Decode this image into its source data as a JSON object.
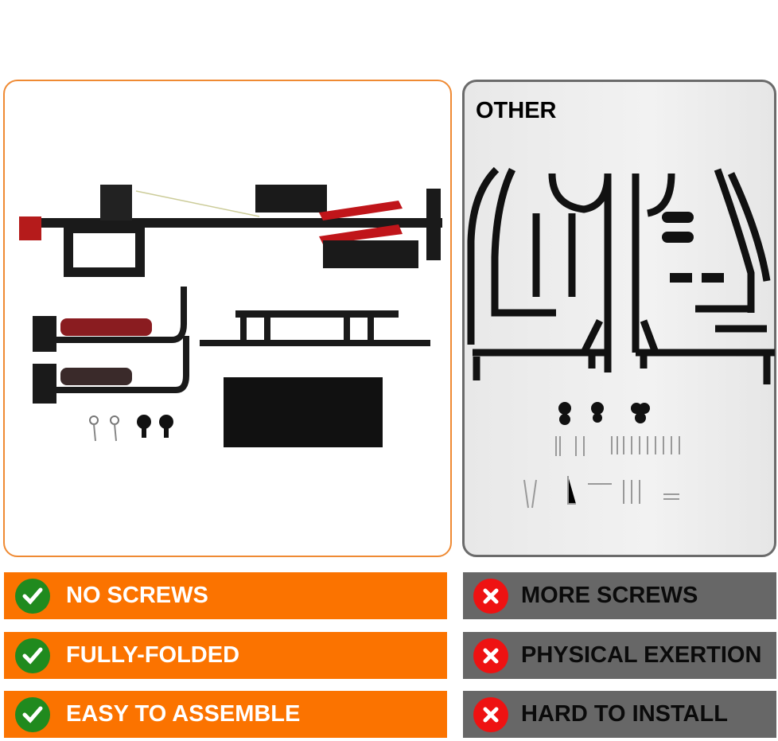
{
  "comparison": {
    "right_title": "OTHER",
    "pros": [
      {
        "label": "NO SCREWS",
        "icon": "check-icon"
      },
      {
        "label": "FULLY-FOLDED",
        "icon": "check-icon"
      },
      {
        "label": "EASY TO ASSEMBLE",
        "icon": "check-icon"
      }
    ],
    "cons": [
      {
        "label": "MORE SCREWS",
        "icon": "x-icon"
      },
      {
        "label": "PHYSICAL EXERTION",
        "icon": "x-icon"
      },
      {
        "label": "HARD TO INSTALL",
        "icon": "x-icon"
      }
    ]
  },
  "colors": {
    "orange": "#fb7300",
    "gray": "#676767",
    "green": "#208a1e",
    "red": "#ee1212"
  }
}
